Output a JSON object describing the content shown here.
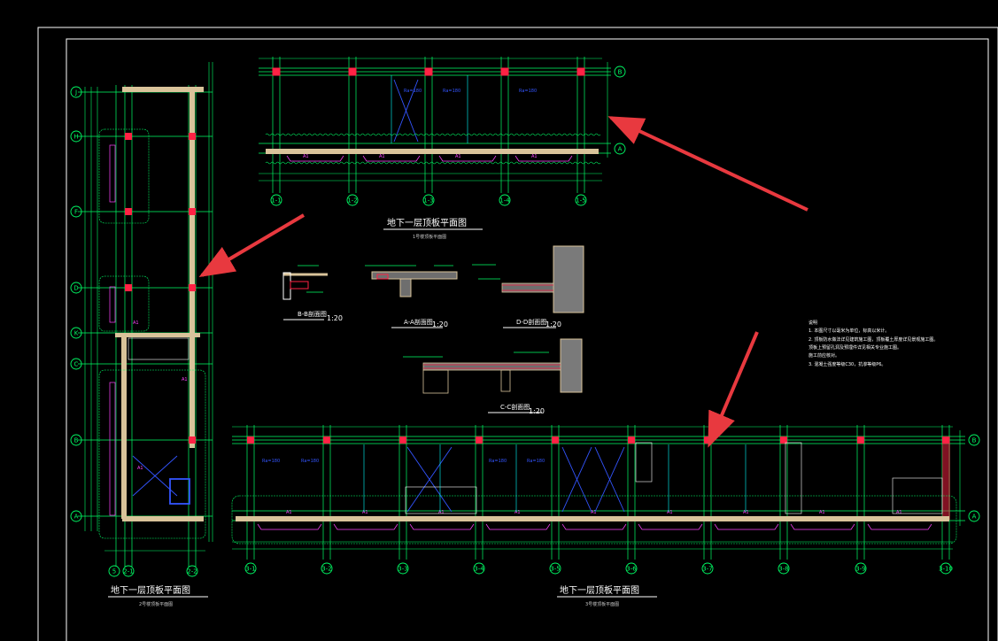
{
  "drawing": {
    "background": "#000000",
    "colors": {
      "grid": "#00ff66",
      "wall": "#d9c39a",
      "column": "#ff2244",
      "label": "#ff44ff",
      "hatch": "#3355ff",
      "cyan": "#00ffff",
      "arrow": "#e8393f",
      "frame": "#ffffff"
    }
  },
  "plans": {
    "top": {
      "title": "地下一层顶板平面图",
      "subtitle": "1号楼顶板平面图",
      "row_axes": [
        "B",
        "A"
      ],
      "col_axes": [
        "1-1",
        "1-2",
        "1-3",
        "1-4",
        "1-5"
      ],
      "slab_label": "A1",
      "blue_labels": [
        "Ra=180",
        "Ra=180",
        "Ra=180"
      ]
    },
    "left": {
      "title": "地下一层顶板平面图",
      "subtitle": "2号楼顶板平面图",
      "row_axes": [
        "J",
        "H",
        "F",
        "D",
        "K",
        "C",
        "B",
        "A"
      ],
      "col_axes": [
        "5",
        "2-1",
        "2-2"
      ],
      "slab_label": "A1"
    },
    "bottom": {
      "title": "地下一层顶板平面图",
      "subtitle": "3号楼顶板平面图",
      "row_axes": [
        "B",
        "A"
      ],
      "col_axes": [
        "3-1",
        "3-2",
        "3-3",
        "3-4",
        "3-5",
        "3-6",
        "3-7",
        "3-8",
        "3-9",
        "3-10"
      ],
      "slab_label": "A1",
      "blue_labels": [
        "Ra=180",
        "Ra=180",
        "Ra=180",
        "Ra=180"
      ]
    }
  },
  "sections": [
    {
      "name": "B-B剖面图",
      "scale": "1:20"
    },
    {
      "name": "A-A剖面图",
      "scale": "1:20"
    },
    {
      "name": "D-D剖面图",
      "scale": "1:20"
    },
    {
      "name": "C-C剖面图",
      "scale": "1:20"
    }
  ],
  "notes": {
    "heading": "说明",
    "lines": [
      "1. 本图尺寸以毫米为单位，标高以米计。",
      "2. 顶板防水做法详见建筑施工图，顶板覆土厚度详见景观施工图。",
      "   顶板上预留孔洞及预埋件详见相关专业施工图。",
      "   施工前应核对。",
      "3. 混凝土强度等级C30，抗渗等级P6。"
    ]
  }
}
